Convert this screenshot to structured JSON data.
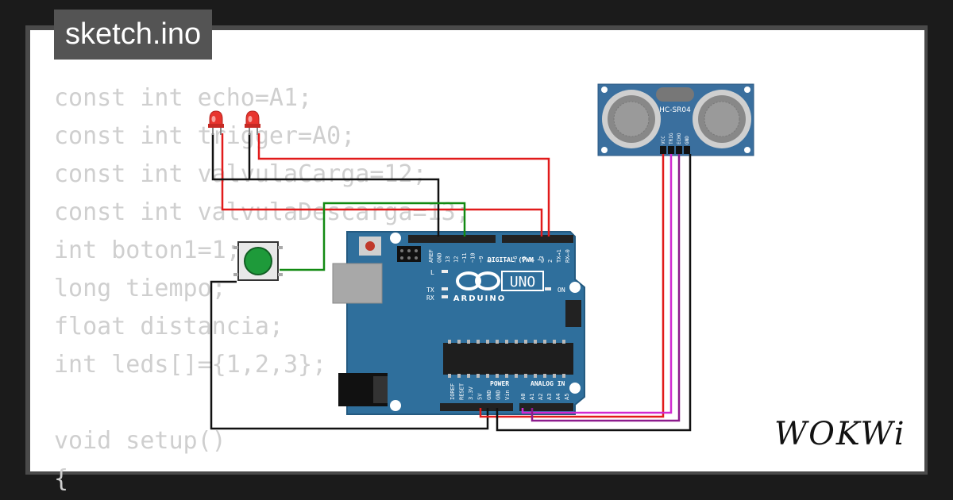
{
  "file_tab": {
    "label": "sketch.ino"
  },
  "code_lines": [
    "const int echo=A1;",
    "const int trigger=A0;",
    "const int valvulaCarga=12;",
    "const int valvulaDescarga=13;",
    "int boton1=1;",
    "long tiempo;",
    "float distancia;",
    "int leds[]={1,2,3};",
    "",
    "void setup()",
    "{"
  ],
  "arduino": {
    "model": "UNO",
    "brand": "ARDUINO",
    "digital_label": "DIGITAL (PWM ~)",
    "power_label": "POWER",
    "analog_label": "ANALOG IN",
    "on_label": "ON",
    "l_label": "L",
    "tx_label": "TX",
    "rx_label": "RX",
    "digital_pins": [
      "AREF",
      "GND",
      "13",
      "12",
      "~11",
      "~10",
      "~9",
      "8",
      "7",
      "~6",
      "~5",
      "4",
      "~3",
      "2",
      "TX→1",
      "RX←0"
    ],
    "power_pins": [
      "IOREF",
      "RESET",
      "3.3V",
      "5V",
      "GND",
      "GND",
      "Vin"
    ],
    "analog_pins": [
      "A0",
      "A1",
      "A2",
      "A3",
      "A4",
      "A5"
    ]
  },
  "sensor": {
    "label": "HC-SR04",
    "pins": [
      "VCC",
      "TRIG",
      "ECHO",
      "GND"
    ]
  },
  "brand_logo": "WOKWi",
  "colors": {
    "board": "#2f6f9c",
    "wire_red": "#e11b1b",
    "wire_black": "#111111",
    "wire_green": "#128a12",
    "wire_magenta": "#d12ad1",
    "wire_purple": "#8c1b8c",
    "led": "#e8352e",
    "button": "#1e9a3a",
    "sensor_board": "#3a6f9e"
  },
  "icons": {
    "arduino_logo": "infinity-icon",
    "led": "led-icon",
    "button": "pushbutton-icon"
  }
}
